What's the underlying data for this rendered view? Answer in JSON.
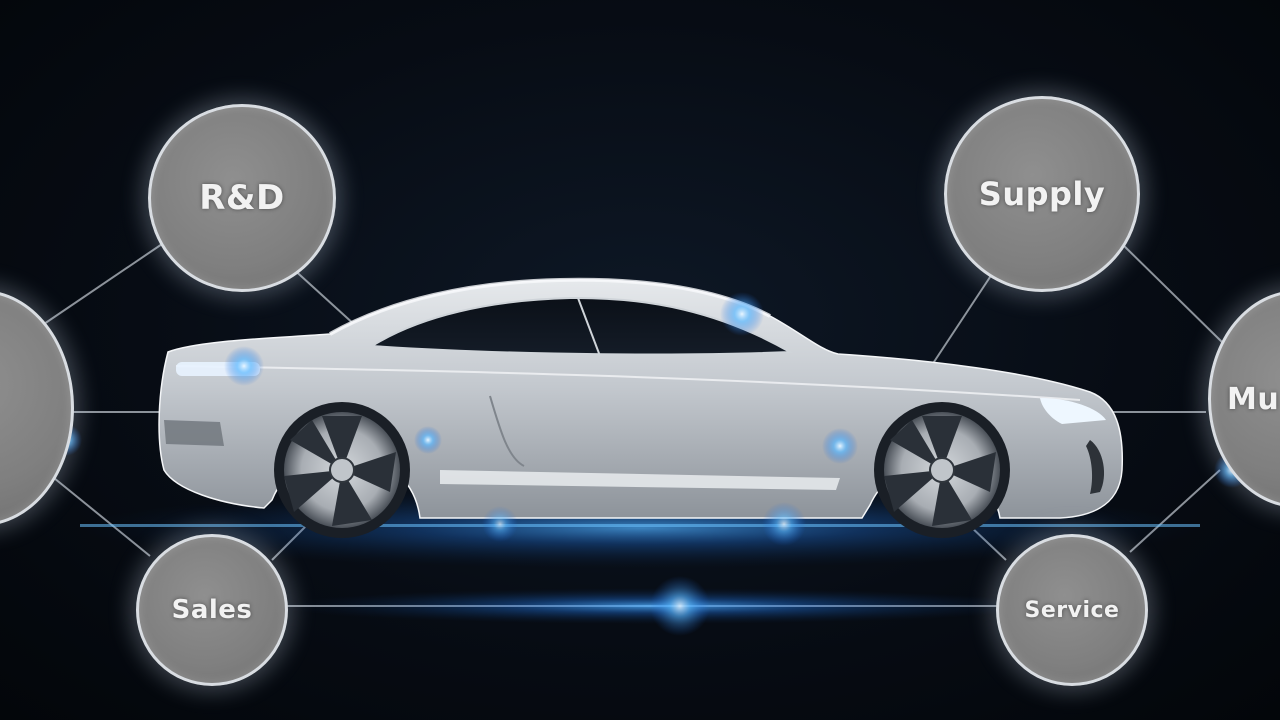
{
  "bubbles": {
    "rd": {
      "label": "R&D"
    },
    "supply": {
      "label": "Supply"
    },
    "sales": {
      "label": "Sales"
    },
    "service": {
      "label": "Service"
    },
    "right_edge": {
      "label": "Mu"
    }
  },
  "colors": {
    "background": "#05090f",
    "bubble_fill": "#808080",
    "bubble_ring": "#d9dde2",
    "glow": "#2f8cff",
    "car_body": "#c9cdd2"
  }
}
